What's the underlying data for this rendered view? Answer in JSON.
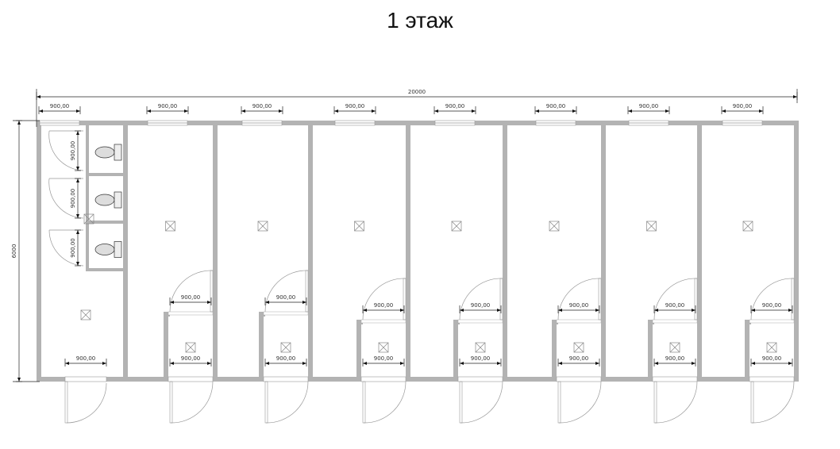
{
  "title": "1 этаж",
  "dimensions": {
    "overall_width": "20000",
    "overall_height": "6000",
    "window_labels": [
      "900,00",
      "900,00",
      "900,00",
      "900,00",
      "900,00",
      "900,00",
      "900,00",
      "900,00"
    ],
    "wc_door_labels": [
      "900,00",
      "900,00",
      "900,00"
    ],
    "inner_door_labels": [
      "900,00",
      "900,00",
      "900,00",
      "900,00",
      "900,00",
      "900,00",
      "900,00"
    ],
    "vestibule_door_labels": [
      "900,00",
      "900,00",
      "900,00",
      "900,00",
      "900,00",
      "900,00",
      "900,00"
    ],
    "main_entrance_label": "900,00"
  },
  "colors": {
    "wall": "#b3b3b3",
    "line": "#888888"
  }
}
